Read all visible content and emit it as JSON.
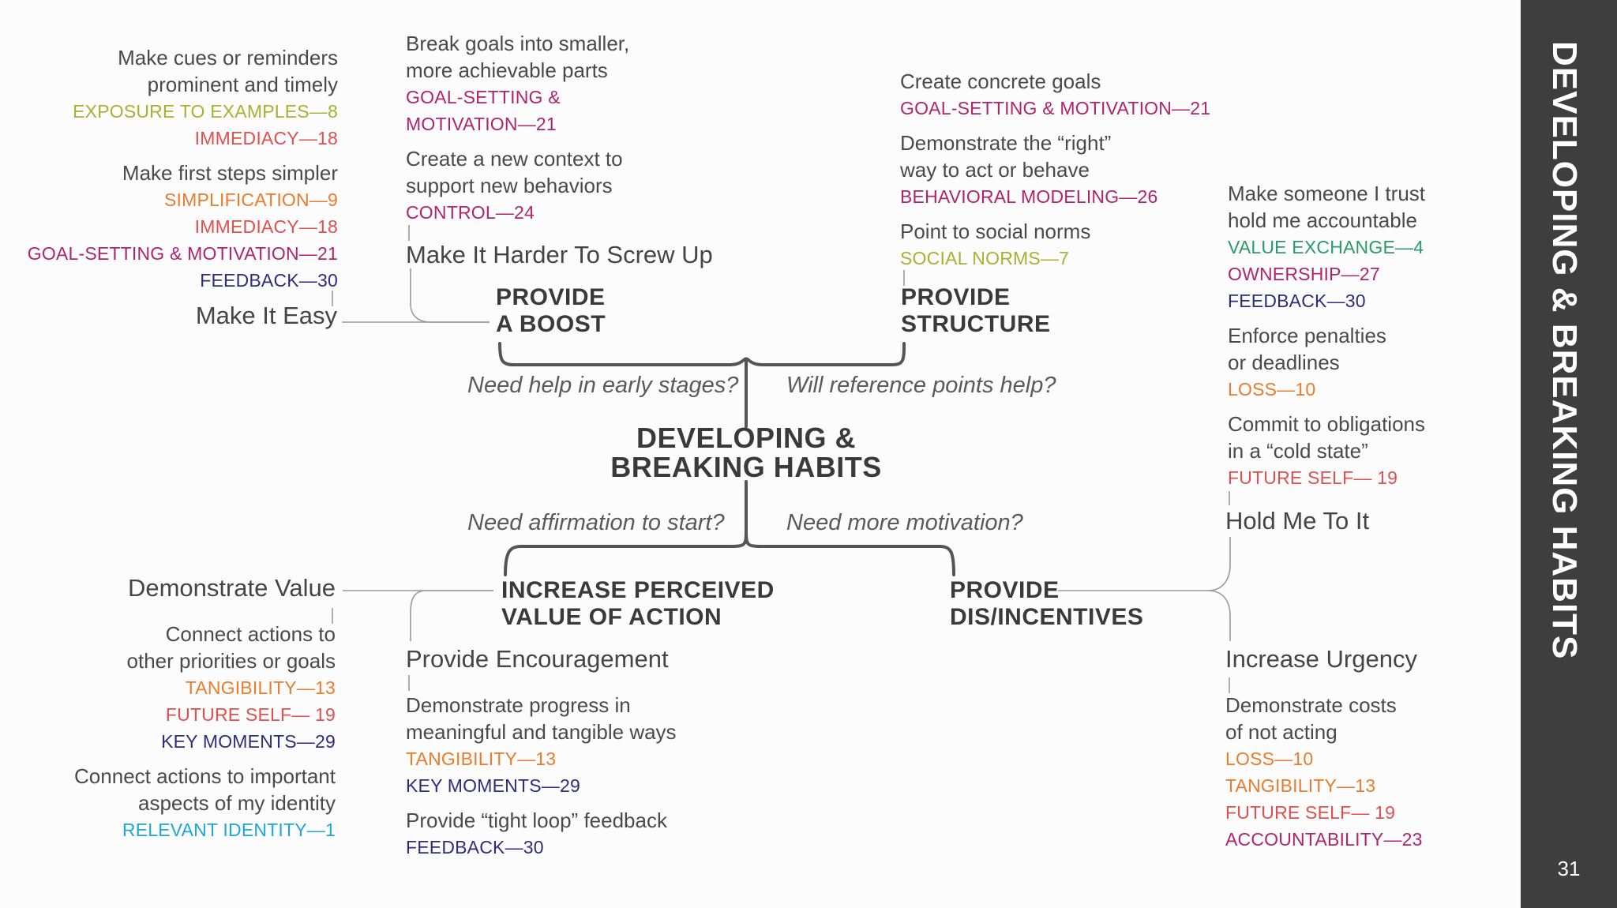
{
  "page": {
    "title": "DEVELOPING & BREAKING HABITS",
    "page_number": "31"
  },
  "colors": {
    "olive": "#a7b232",
    "red": "#e0504f",
    "orange": "#ea7c2c",
    "magenta": "#b0246e",
    "navy": "#2d2d7d",
    "green": "#2a9a6a",
    "cyan": "#1ca8d6",
    "sidebar": "#3e3e3e"
  },
  "center": {
    "line1": "DEVELOPING &",
    "line2": "BREAKING HABITS"
  },
  "questions": {
    "early_stages": "Need help in early stages?",
    "reference_points": "Will reference points help?",
    "affirmation": "Need affirmation to start?",
    "motivation": "Need more motivation?"
  },
  "strategies": {
    "boost": {
      "line1": "PROVIDE",
      "line2": "A BOOST"
    },
    "structure": {
      "line1": "PROVIDE",
      "line2": "STRUCTURE"
    },
    "value": {
      "line1": "INCREASE PERCEIVED",
      "line2": "VALUE OF ACTION"
    },
    "incentives": {
      "line1": "PROVIDE",
      "line2": "DIS/INCENTIVES"
    }
  },
  "subheadings": {
    "easy": "Make It Easy",
    "harder": "Make It Harder To Screw Up",
    "demonstrate_value": "Demonstrate Value",
    "encouragement": "Provide Encouragement",
    "hold_me": "Hold Me To It",
    "urgency": "Increase Urgency"
  },
  "blocks": {
    "easy": {
      "items": [
        {
          "lines": [
            "Make cues or reminders",
            "prominent and timely"
          ],
          "tags": [
            {
              "text": "EXPOSURE TO EXAMPLES—8",
              "color": "olive"
            },
            {
              "text": "IMMEDIACY—18",
              "color": "red"
            }
          ]
        },
        {
          "lines": [
            "Make first steps simpler"
          ],
          "tags": [
            {
              "text": "SIMPLIFICATION—9",
              "color": "orange"
            },
            {
              "text": "IMMEDIACY—18",
              "color": "red"
            },
            {
              "text": "GOAL-SETTING & MOTIVATION—21",
              "color": "magenta"
            },
            {
              "text": "FEEDBACK—30",
              "color": "navy"
            }
          ]
        }
      ]
    },
    "harder": {
      "items": [
        {
          "lines": [
            "Break goals into smaller,",
            "more achievable parts"
          ],
          "tags": [
            {
              "text": "GOAL-SETTING &",
              "color": "magenta"
            },
            {
              "text": "MOTIVATION—21",
              "color": "magenta"
            }
          ]
        },
        {
          "lines": [
            "Create a new context to",
            "support new behaviors"
          ],
          "tags": [
            {
              "text": "CONTROL—24",
              "color": "magenta"
            }
          ]
        }
      ]
    },
    "structure": {
      "items": [
        {
          "lines": [
            "Create concrete goals"
          ],
          "tags": [
            {
              "text": "GOAL-SETTING & MOTIVATION—21",
              "color": "magenta"
            }
          ]
        },
        {
          "lines": [
            "Demonstrate the “right”",
            "way to act or behave"
          ],
          "tags": [
            {
              "text": "BEHAVIORAL MODELING—26",
              "color": "magenta"
            }
          ]
        },
        {
          "lines": [
            "Point to social norms"
          ],
          "tags": [
            {
              "text": "SOCIAL NORMS—7",
              "color": "olive"
            }
          ]
        }
      ]
    },
    "hold_me": {
      "items": [
        {
          "lines": [
            "Make someone I trust",
            "hold me accountable"
          ],
          "tags": [
            {
              "text": "VALUE EXCHANGE—4",
              "color": "green"
            },
            {
              "text": "OWNERSHIP—27",
              "color": "magenta"
            },
            {
              "text": "FEEDBACK—30",
              "color": "navy"
            }
          ]
        },
        {
          "lines": [
            "Enforce penalties",
            "or deadlines"
          ],
          "tags": [
            {
              "text": "LOSS—10",
              "color": "orange"
            }
          ]
        },
        {
          "lines": [
            "Commit to obligations",
            "in a “cold state”"
          ],
          "tags": [
            {
              "text": "FUTURE SELF— 19",
              "color": "red"
            }
          ]
        }
      ]
    },
    "demonstrate_value": {
      "items": [
        {
          "lines": [
            "Connect actions to",
            "other priorities or goals"
          ],
          "tags": [
            {
              "text": "TANGIBILITY—13",
              "color": "orange"
            },
            {
              "text": "FUTURE SELF— 19",
              "color": "red"
            },
            {
              "text": "KEY MOMENTS—29",
              "color": "navy"
            }
          ]
        },
        {
          "lines": [
            "Connect actions to important",
            "aspects of my identity"
          ],
          "tags": [
            {
              "text": "RELEVANT IDENTITY—1",
              "color": "cyan"
            }
          ]
        }
      ]
    },
    "encouragement": {
      "items": [
        {
          "lines": [
            "Demonstrate progress in",
            "meaningful and tangible ways"
          ],
          "tags": [
            {
              "text": "TANGIBILITY—13",
              "color": "orange"
            },
            {
              "text": "KEY MOMENTS—29",
              "color": "navy"
            }
          ]
        },
        {
          "lines": [
            "Provide “tight loop” feedback"
          ],
          "tags": [
            {
              "text": "FEEDBACK—30",
              "color": "navy"
            }
          ]
        }
      ]
    },
    "urgency": {
      "items": [
        {
          "lines": [
            "Demonstrate costs",
            "of not acting"
          ],
          "tags": [
            {
              "text": "LOSS—10",
              "color": "orange"
            },
            {
              "text": "TANGIBILITY—13",
              "color": "orange"
            },
            {
              "text": "FUTURE SELF— 19",
              "color": "red"
            },
            {
              "text": "ACCOUNTABILITY—23",
              "color": "magenta"
            }
          ]
        }
      ]
    }
  }
}
